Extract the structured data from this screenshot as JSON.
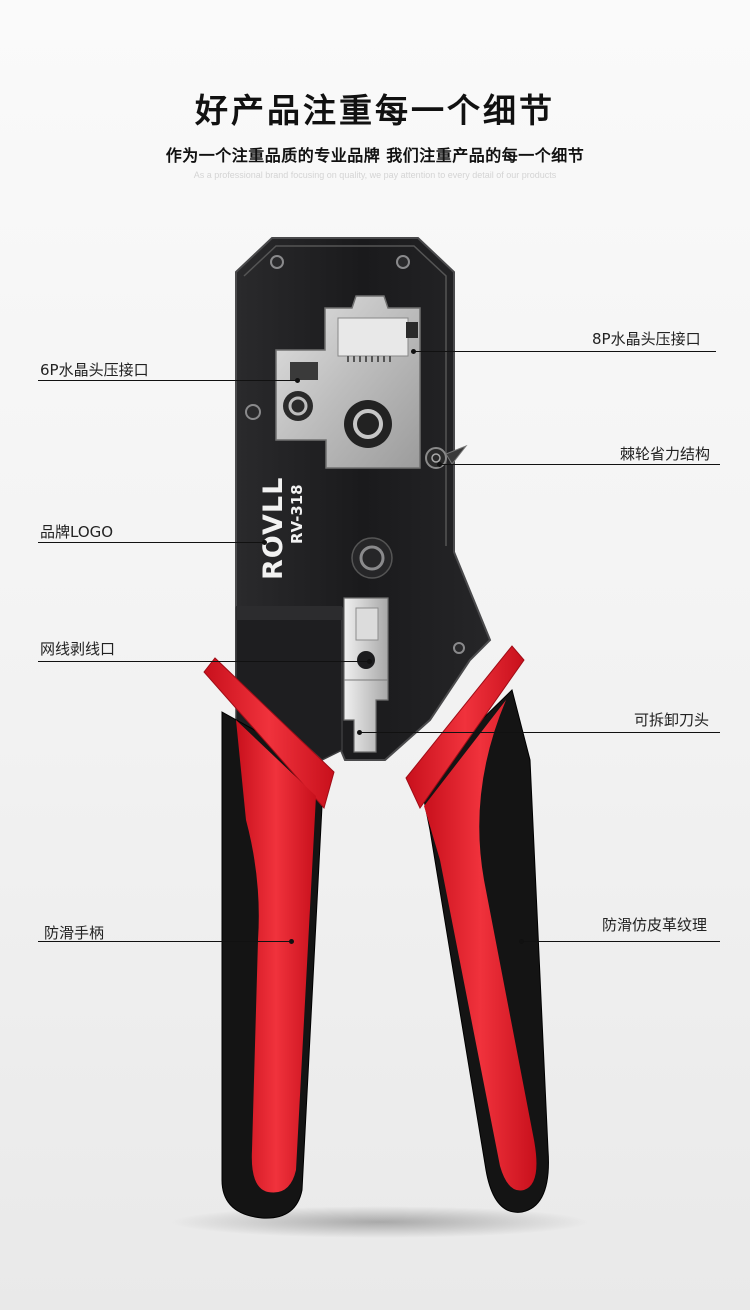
{
  "header": {
    "title": "好产品注重每一个细节",
    "subtitle": "作为一个注重品质的专业品牌 我们注重产品的每一个细节",
    "tagline": "As a professional brand focusing on quality, we pay attention to every detail of our products"
  },
  "product": {
    "brand_logo": "ROVLL",
    "model": "RV-318",
    "colors": {
      "body": "#1c1c1e",
      "plate": "#c9c9c9",
      "handle_red": "#e8222e",
      "handle_black": "#141414",
      "background": "#f2f2f2"
    }
  },
  "callouts": {
    "port_8p": "8P水晶头压接口",
    "port_6p": "6P水晶头压接口",
    "ratchet": "棘轮省力结构",
    "logo": "品牌LOGO",
    "stripper": "网线剥线口",
    "blade": "可拆卸刀头",
    "grip": "防滑手柄",
    "texture": "防滑仿皮革纹理"
  }
}
